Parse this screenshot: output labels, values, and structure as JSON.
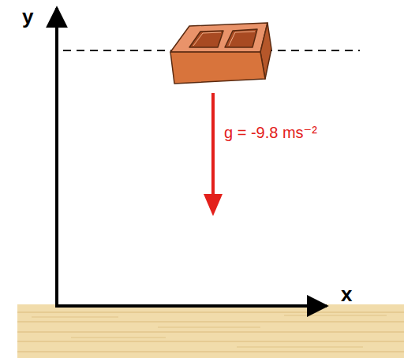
{
  "diagram": {
    "labels": [
      "y",
      "x",
      "g = -9.8 ms⁻²"
    ]
  }
}
